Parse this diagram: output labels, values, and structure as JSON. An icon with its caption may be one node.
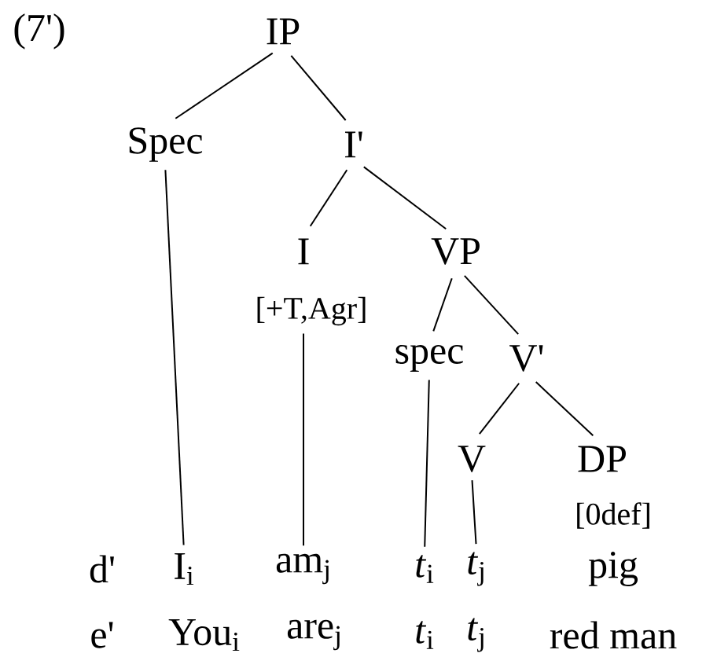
{
  "diagram": {
    "nodes": [
      {
        "text": [
          "IP"
        ]
      },
      {
        "text": [
          "Spec"
        ]
      },
      {
        "text": [
          "I'"
        ]
      },
      {
        "text": [
          "I"
        ],
        "beside": [
          "[+T,Agr]"
        ]
      },
      {
        "text": [
          "VP"
        ]
      },
      {
        "text": [
          "spec"
        ]
      },
      {
        "text": [
          "V'"
        ]
      },
      {
        "text": [
          "V"
        ]
      },
      {
        "text": [
          "DP"
        ],
        "beside": [
          "[0def]"
        ]
      },
      {
        "text": [
          "I$_{i}$"
        ]
      },
      {
        "text": [
          "am$_{j}$"
        ]
      },
      {
        "text": [
          "*t*$_{i}$"
        ]
      },
      {
        "text": [
          "*t*$_{j}$"
        ]
      },
      {
        "text": [
          "pig"
        ]
      }
    ],
    "edges": [
      {
        "from": 0,
        "to": 1,
        "arrow": "none"
      },
      {
        "from": 0,
        "to": 2,
        "arrow": "none"
      },
      {
        "from": 2,
        "to": 3,
        "arrow": "none"
      },
      {
        "from": 2,
        "to": 4,
        "arrow": "none"
      },
      {
        "from": 4,
        "to": 5,
        "arrow": "none"
      },
      {
        "from": 4,
        "to": 6,
        "arrow": "none"
      },
      {
        "from": 6,
        "to": 7,
        "arrow": "none"
      },
      {
        "from": 6,
        "to": 8,
        "arrow": "none"
      },
      {
        "from": 1,
        "to": 9,
        "arrow": "none"
      },
      {
        "from": 3,
        "to": 10,
        "arrow": "none"
      },
      {
        "from": 5,
        "to": 11,
        "arrow": "none"
      },
      {
        "from": 7,
        "to": 12,
        "arrow": "none"
      }
    ],
    "labels": [
      "(7')",
      "d'",
      "e'",
      "You$_{i}$",
      "are$_{j}$",
      "*t*$_{i}$",
      "*t*$_{j}$",
      "red man"
    ]
  }
}
